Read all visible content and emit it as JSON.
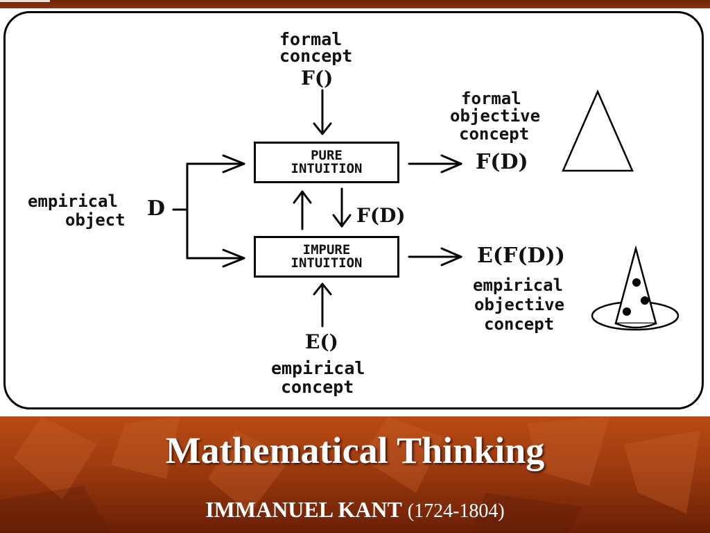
{
  "diagram": {
    "formal_concept": {
      "line1": "formal",
      "line2": "concept",
      "symbol": "F()"
    },
    "pure_intuition": {
      "line1": "PURE",
      "line2": "INTUITION"
    },
    "impure_intuition": {
      "line1": "IMPURE",
      "line2": "INTUITION"
    },
    "empirical_object": {
      "line1": "empirical",
      "line2": "object",
      "symbol": "D"
    },
    "between_boxes_label": "F(D)",
    "formal_objective_concept": {
      "line1": "formal",
      "line2": "objective",
      "line3": "concept",
      "symbol": "F(D)"
    },
    "empirical_objective_concept": {
      "symbol": "E(F(D))",
      "line1": "empirical",
      "line2": "objective",
      "line3": "concept"
    },
    "empirical_concept": {
      "symbol": "E()",
      "line1": "empirical",
      "line2": "concept"
    }
  },
  "slide": {
    "title": "Mathematical Thinking",
    "author": "IMMANUEL KANT",
    "years": "(1724-1804)"
  },
  "colors": {
    "banner": "#a03c10",
    "title_text": "#ffffff"
  }
}
